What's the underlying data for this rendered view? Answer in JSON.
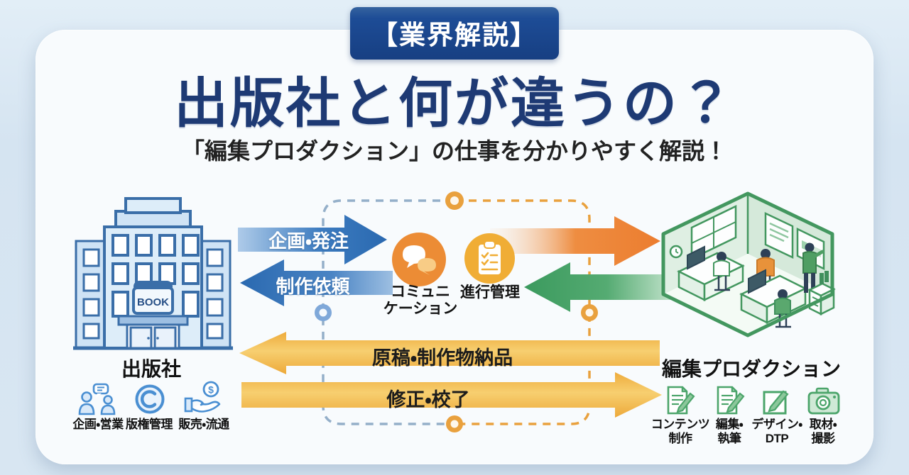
{
  "header": {
    "badge": "【業界解説】",
    "title": "出版社と何が違うの？",
    "subtitle": "「編集プロダクション」の仕事を分かりやすく解説！"
  },
  "publisher": {
    "label": "出版社",
    "building_sign": "BOOK",
    "functions": [
      {
        "icon": "people-chat-icon",
        "label": "企画・営業"
      },
      {
        "icon": "copyright-icon",
        "label": "版権管理"
      },
      {
        "icon": "hand-coin-icon",
        "label": "販売・流通"
      }
    ]
  },
  "production": {
    "label": "編集プロダクション",
    "functions": [
      {
        "icon": "document-pencil-icon",
        "label": "コンテンツ\n制作"
      },
      {
        "icon": "document-pencil-icon",
        "label": "編集・\n執筆"
      },
      {
        "icon": "square-pencil-icon",
        "label": "デザイン・\nDTP"
      },
      {
        "icon": "camera-icon",
        "label": "取材・\n撮影"
      }
    ]
  },
  "flows": {
    "plan_order": "企画・発注",
    "production_request": "制作依頼",
    "deliverables": "原稿・制作物納品",
    "revision_final": "修正・校了"
  },
  "hub": {
    "communication": "コミュニ\nケーション",
    "progress": "進行管理"
  },
  "colors": {
    "title_navy": "#1e3a74",
    "badge_navy": "#1b4a94",
    "arrow_blue": "#2f6fb6",
    "arrow_orange": "#ec7d2f",
    "arrow_green": "#419f63",
    "arrow_gold": "#f2b748",
    "building_blue": "#3a6ea8",
    "office_green": "#43975f"
  }
}
